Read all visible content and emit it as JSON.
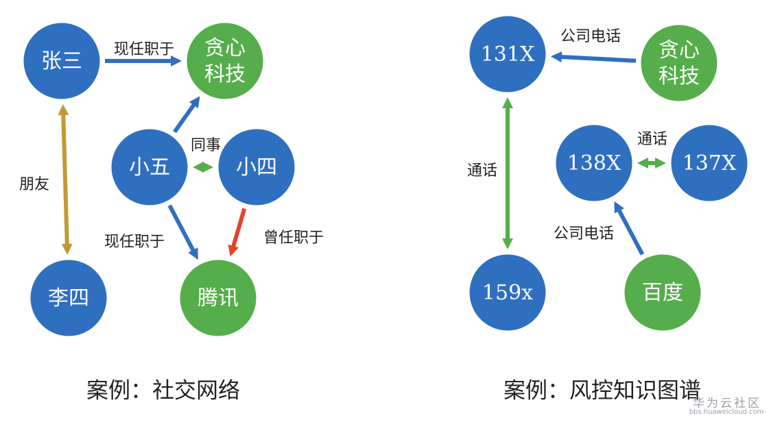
{
  "colors": {
    "blue": "#2f6fc0",
    "green": "#56ad4b",
    "gold": "#c29a35",
    "red": "#e2442b",
    "node_border": "#ffffff"
  },
  "diagrams": [
    {
      "id": "social",
      "caption": "案例：社交网络",
      "nodes": [
        {
          "id": "zhangsan",
          "label": "张三",
          "color": "blue"
        },
        {
          "id": "tanxin_a",
          "label": [
            "贪心",
            "科技"
          ],
          "color": "green"
        },
        {
          "id": "xiaowu",
          "label": "小五",
          "color": "blue"
        },
        {
          "id": "xiaosi",
          "label": "小四",
          "color": "blue"
        },
        {
          "id": "lisi",
          "label": "李四",
          "color": "blue"
        },
        {
          "id": "tengxun",
          "label": "腾讯",
          "color": "green"
        }
      ],
      "edges": [
        {
          "from": "zhangsan",
          "to": "tanxin_a",
          "label": "现任职于",
          "color": "blue",
          "bidirectional": false
        },
        {
          "from": "xiaowu",
          "to": "tanxin_a",
          "label": "",
          "color": "blue",
          "bidirectional": false
        },
        {
          "from": "xiaowu",
          "to": "xiaosi",
          "label": "同事",
          "color": "green",
          "bidirectional": true
        },
        {
          "from": "zhangsan",
          "to": "lisi",
          "label": "朋友",
          "color": "gold",
          "bidirectional": true
        },
        {
          "from": "xiaowu",
          "to": "tengxun",
          "label": "现任职于",
          "color": "blue",
          "bidirectional": false
        },
        {
          "from": "xiaosi",
          "to": "tengxun",
          "label": "曾任职于",
          "color": "red",
          "bidirectional": false
        }
      ]
    },
    {
      "id": "risk",
      "caption": "案例：风控知识图谱",
      "nodes": [
        {
          "id": "n131",
          "label": "131X",
          "color": "blue"
        },
        {
          "id": "tanxin_b",
          "label": [
            "贪心",
            "科技"
          ],
          "color": "green"
        },
        {
          "id": "n138",
          "label": "138X",
          "color": "blue"
        },
        {
          "id": "n137",
          "label": "137X",
          "color": "blue"
        },
        {
          "id": "n159",
          "label": "159x",
          "color": "blue"
        },
        {
          "id": "baidu",
          "label": "百度",
          "color": "green"
        }
      ],
      "edges": [
        {
          "from": "tanxin_b",
          "to": "n131",
          "label": "公司电话",
          "color": "blue",
          "bidirectional": false
        },
        {
          "from": "n131",
          "to": "n159",
          "label": "通话",
          "color": "green",
          "bidirectional": true
        },
        {
          "from": "n138",
          "to": "n137",
          "label": "通话",
          "color": "green",
          "bidirectional": true
        },
        {
          "from": "baidu",
          "to": "n138",
          "label": "公司电话",
          "color": "blue",
          "bidirectional": false
        }
      ]
    }
  ],
  "watermark": {
    "title": "华为云社区",
    "url": "bbs.huaweicloud.com"
  }
}
